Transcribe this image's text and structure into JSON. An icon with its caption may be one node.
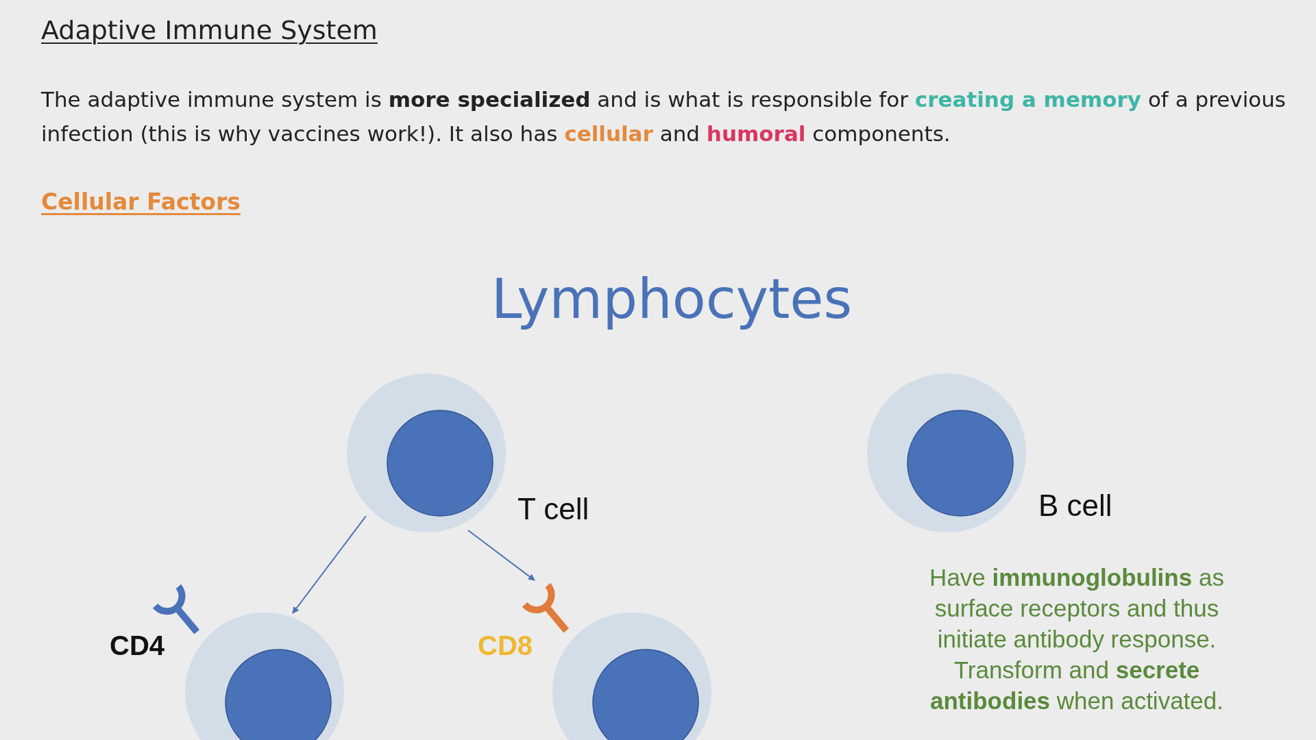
{
  "diagram": {
    "title": "Adaptive Immune System",
    "nodes": [
      {
        "text": [],
        "shape": "circle",
        "beside": [
          "T cell"
        ]
      },
      {
        "text": [],
        "shape": "circle",
        "beside": [
          "CD4"
        ]
      },
      {
        "text": [],
        "shape": "circle",
        "beside": [
          "CD8"
        ]
      },
      {
        "text": [],
        "shape": "circle",
        "beside": [
          "B cell",
          "Have **immunoglobulins** as surface receptors and thus initiate antibody response. Transform and **secrete antibodies** when activated."
        ]
      }
    ],
    "edges": [
      {
        "from": 0,
        "to": 1,
        "arrow": "to"
      },
      {
        "from": 0,
        "to": 2,
        "arrow": "to"
      }
    ],
    "labels": [
      "The adaptive immune system is **more specialized** and is what is responsible for **creating a memory** of a previous infection (this is why vaccines work!). It also has **cellular** and **humoral** components.",
      "Cellular Factors",
      "Lymphocytes"
    ]
  }
}
